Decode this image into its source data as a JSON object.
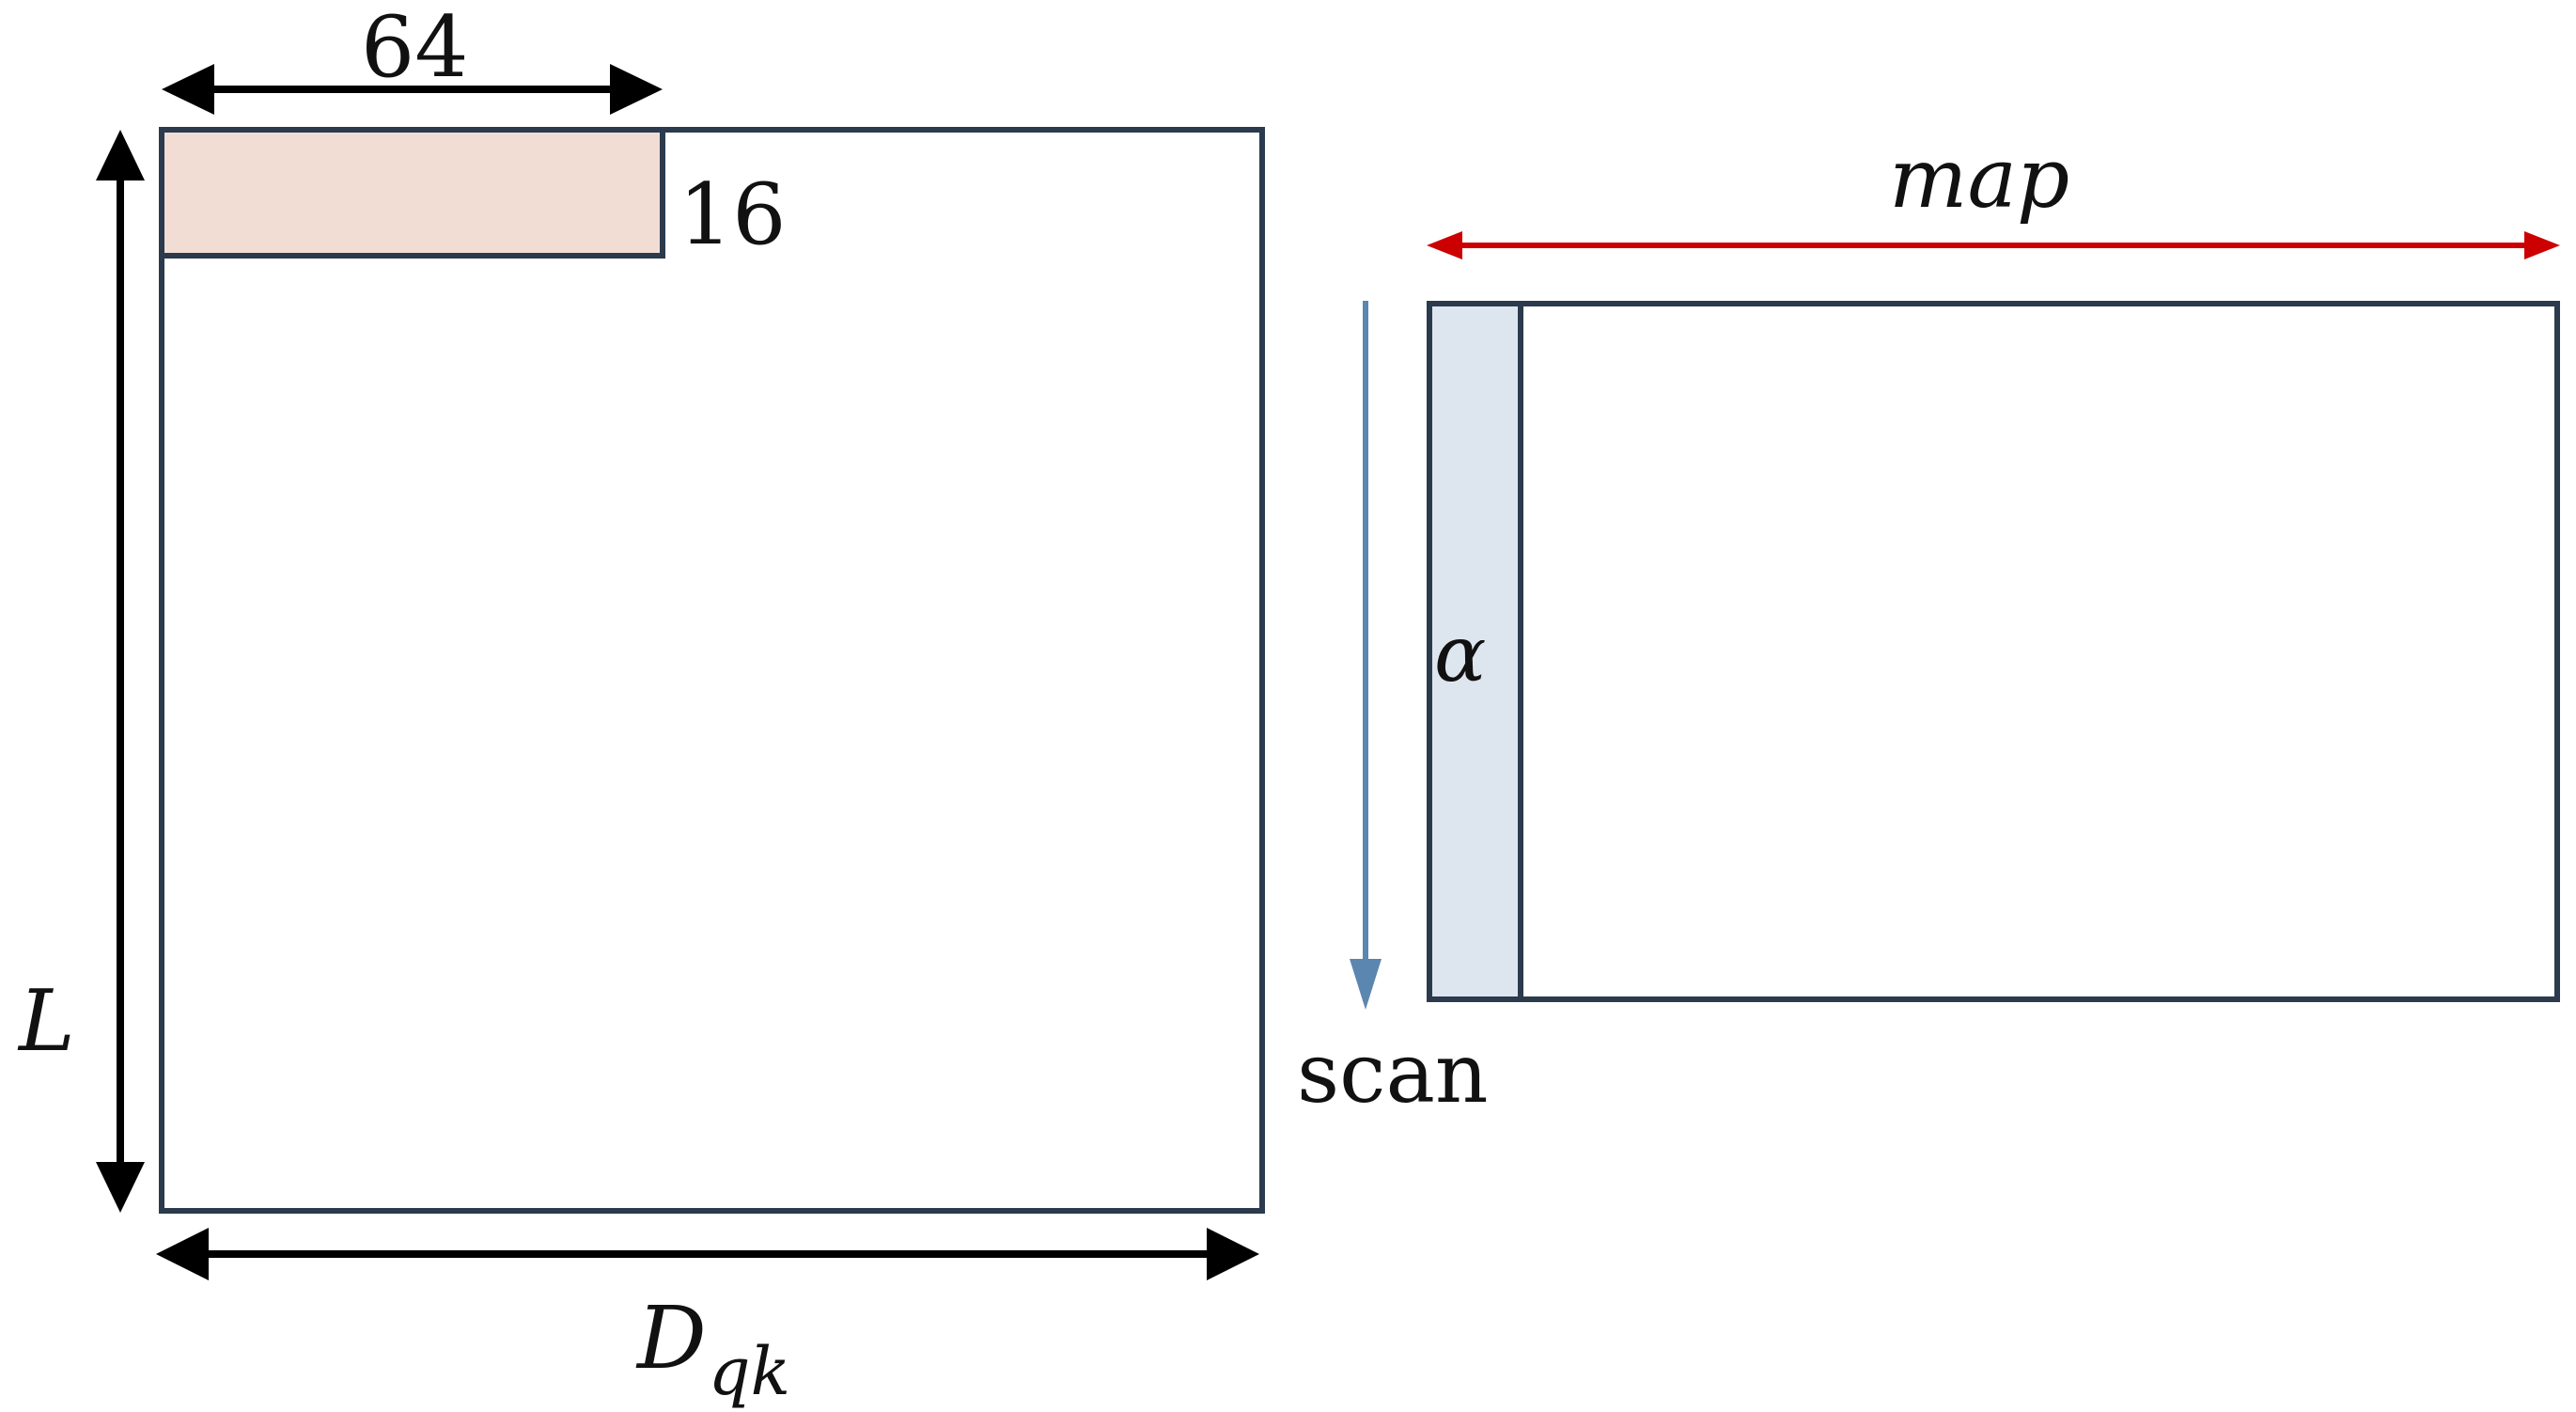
{
  "labels": {
    "tile_width": "64",
    "tile_height": "16",
    "length": "L",
    "dqk_base": "D",
    "dqk_sub": "qk",
    "map": "map",
    "alpha": "α",
    "scan": "scan"
  },
  "colors": {
    "box_stroke": "#2b3a4d",
    "tile_fill": "#f2ddd5",
    "column_fill": "#dde6ef",
    "map_arrow": "#cc0000",
    "scan_arrow": "#5b86b0",
    "dimension_arrow": "#000000"
  }
}
